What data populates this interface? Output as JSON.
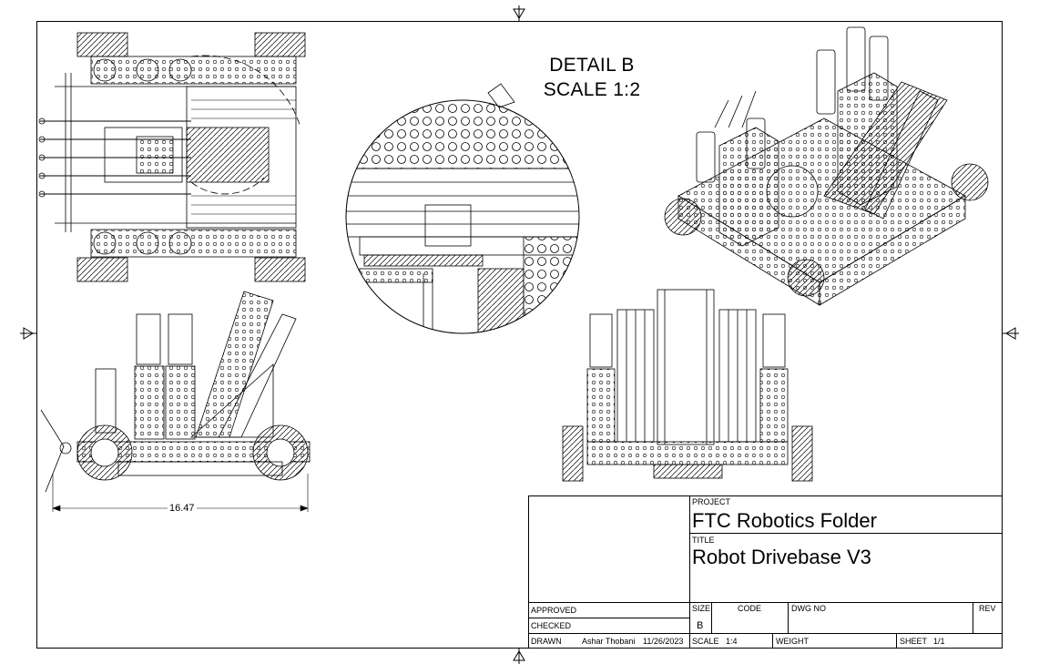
{
  "detail": {
    "line1": "DETAIL B",
    "line2": "SCALE 1:2"
  },
  "dimension": {
    "value": "16.47"
  },
  "title_block": {
    "project_label": "PROJECT",
    "project_value": "FTC Robotics Folder",
    "title_label": "TITLE",
    "title_value": "Robot Drivebase V3",
    "approved_label": "APPROVED",
    "checked_label": "CHECKED",
    "drawn_label": "DRAWN",
    "drawn_by": "Ashar Thobani",
    "drawn_date": "11/26/2023",
    "size_label": "SIZE",
    "size_value": "B",
    "code_label": "CODE",
    "dwg_no_label": "DWG NO",
    "rev_label": "REV",
    "scale_label": "SCALE",
    "scale_value": "1:4",
    "weight_label": "WEIGHT",
    "sheet_label": "SHEET",
    "sheet_value": "1/1"
  }
}
